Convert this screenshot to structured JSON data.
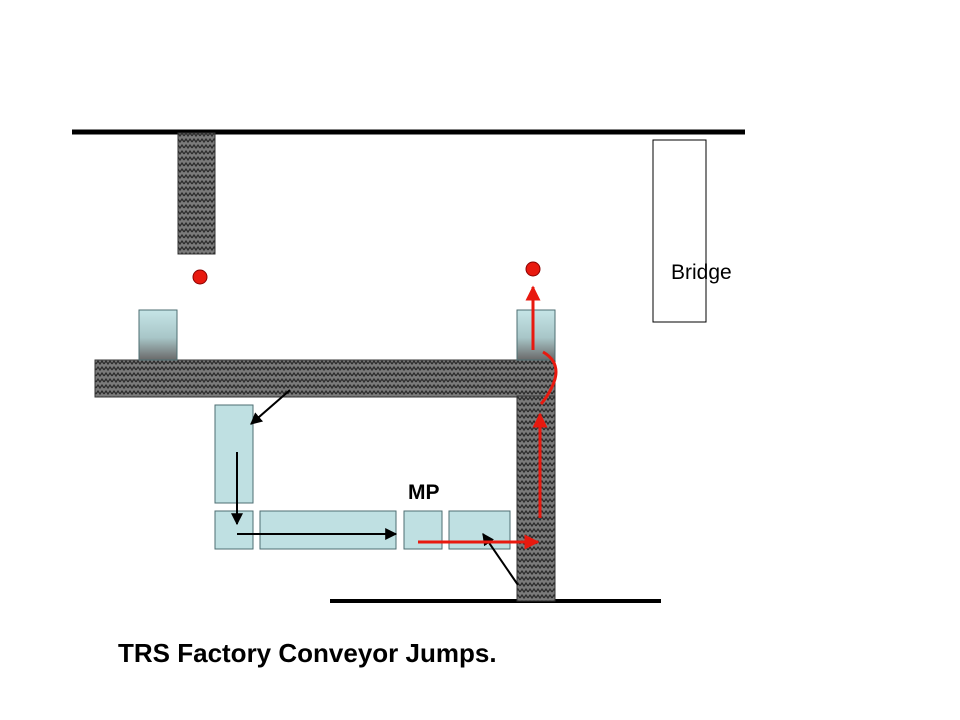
{
  "labels": {
    "bridge": "Bridge",
    "mp": "MP",
    "title": "TRS Factory Conveyor Jumps."
  },
  "colors": {
    "background": "#ffffff",
    "rail": "#000000",
    "hatch_fill": "#7a7a7a",
    "hatch_stroke": "#2a2a2a",
    "conveyor_fill": "#bfe0e2",
    "conveyor_stroke": "#4d6e72",
    "red_path": "#e8190f",
    "black_arrow": "#000000"
  }
}
